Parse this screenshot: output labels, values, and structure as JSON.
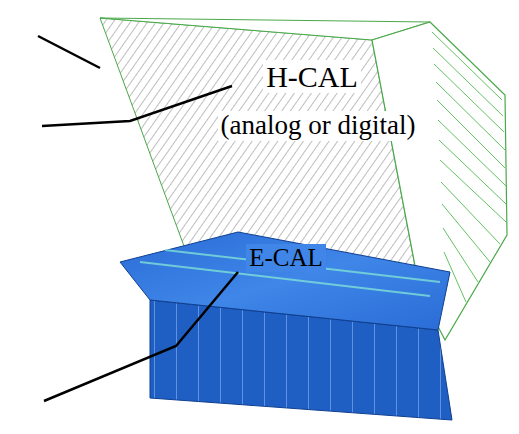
{
  "diagram": {
    "labels": [
      "H-CAL",
      "(analog or digital)",
      "E-CAL"
    ]
  }
}
